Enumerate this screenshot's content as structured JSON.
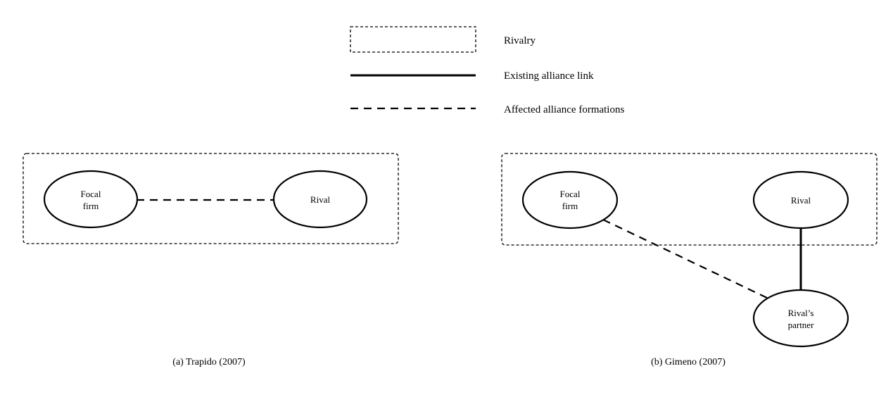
{
  "legend": {
    "rivalry_label": "Rivalry",
    "existing_link_label": "Existing alliance link",
    "affected_formation_label": "Affected alliance formations"
  },
  "panel_a": {
    "focal_firm_line1": "Focal",
    "focal_firm_line2": "firm",
    "rival_label": "Rival",
    "caption": "(a) Trapido (2007)"
  },
  "panel_b": {
    "focal_firm_line1": "Focal",
    "focal_firm_line2": "firm",
    "rival_label": "Rival",
    "partner_line1": "Rival’s",
    "partner_line2": "partner",
    "caption": "(b) Gimeno (2007)"
  },
  "colors": {
    "stroke": "#000000",
    "background": "#ffffff"
  }
}
